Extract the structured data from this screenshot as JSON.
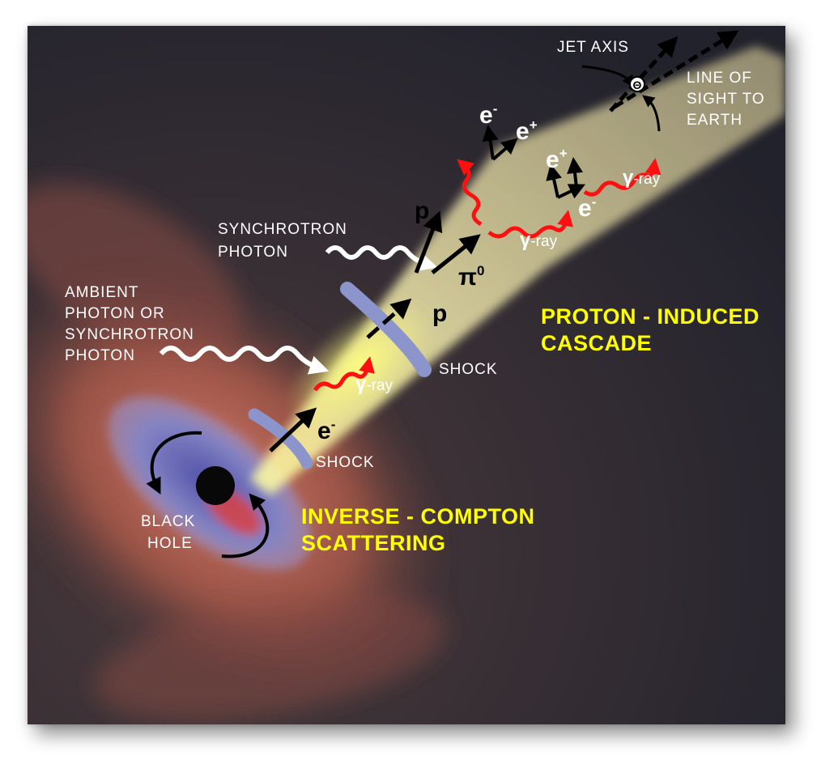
{
  "labels": {
    "jet_axis": "JET AXIS",
    "theta": "Θ",
    "line_of_sight_1": "LINE  OF",
    "line_of_sight_2": "SIGHT  TO",
    "line_of_sight_3": "EARTH",
    "synchrotron_1": "SYNCHROTRON",
    "synchrotron_2": "PHOTON",
    "ambient_1": "AMBIENT",
    "ambient_2": "PHOTON  OR",
    "ambient_3": "SYNCHROTRON",
    "ambient_4": "PHOTON",
    "shock_upper": "SHOCK",
    "shock_lower": "SHOCK",
    "black_hole_1": "BLACK",
    "black_hole_2": "HOLE",
    "cascade_1": "PROTON - INDUCED",
    "cascade_2": "CASCADE",
    "compton_1": "INVERSE - COMPTON",
    "compton_2": "SCATTERING",
    "gamma_symbol": "γ",
    "gamma_ray_suffix": "-ray",
    "proton": "p",
    "pion": "π",
    "pion_sup": "0",
    "electron": "e",
    "positron": "e",
    "minus": "-",
    "plus": "+"
  },
  "colors": {
    "background": "#2a2a32",
    "jet": "#f0e6a0",
    "jet_core": "#ffff90",
    "disk_outer": "#b46450",
    "disk_inner": "#8080c8",
    "shock": "#8c94cc",
    "photon_white": "#ffffff",
    "gamma_red": "#ff1010",
    "highlight_text": "#ffff00",
    "black_hole": "#080808"
  }
}
